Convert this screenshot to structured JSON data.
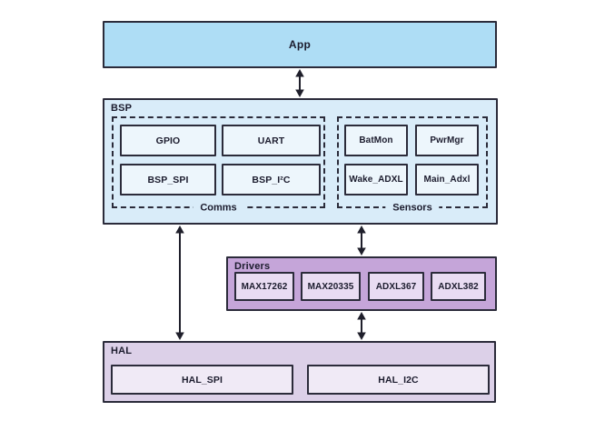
{
  "colors": {
    "app_fill": "#aeddf5",
    "bsp_fill": "#d9ecf9",
    "bsp_item_fill": "#edf6fc",
    "drivers_fill": "#c5a5d9",
    "drivers_item_fill": "#e9dcf2",
    "hal_fill": "#dcd0e8",
    "hal_item_fill": "#f0eaf6",
    "border": "#2b2b3a",
    "arrow": "#1f1f2b",
    "text": "#1c1c2e"
  },
  "blocks": {
    "app": {
      "label": "App"
    },
    "bsp": {
      "label": "BSP",
      "groups": {
        "comms": {
          "label": "Comms",
          "items": [
            "GPIO",
            "UART",
            "BSP_SPI",
            "BSP_I²C"
          ]
        },
        "sensors": {
          "label": "Sensors",
          "items": [
            "BatMon",
            "PwrMgr",
            "Wake_ADXL",
            "Main_Adxl"
          ]
        }
      }
    },
    "drivers": {
      "label": "Drivers",
      "items": [
        "MAX17262",
        "MAX20335",
        "ADXL367",
        "ADXL382"
      ]
    },
    "hal": {
      "label": "HAL",
      "items": [
        "HAL_SPI",
        "HAL_I2C"
      ]
    }
  },
  "connections": [
    {
      "from": "App",
      "to": "BSP",
      "type": "bidirectional"
    },
    {
      "from": "BSP",
      "to": "HAL",
      "type": "bidirectional"
    },
    {
      "from": "BSP",
      "to": "Drivers",
      "type": "bidirectional"
    },
    {
      "from": "Drivers",
      "to": "HAL",
      "type": "bidirectional"
    }
  ]
}
